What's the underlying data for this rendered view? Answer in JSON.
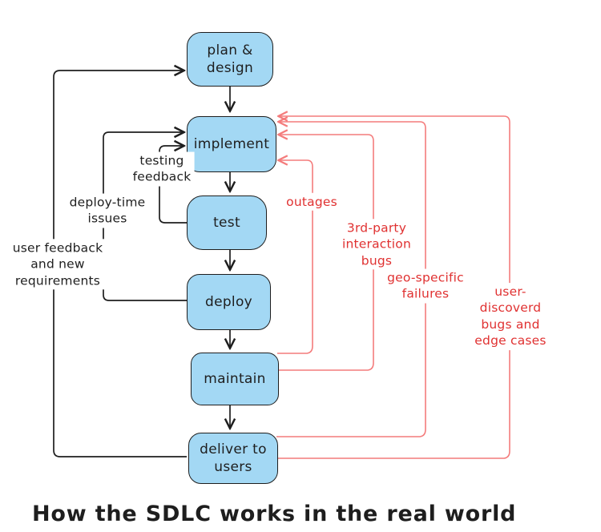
{
  "title": "How the SDLC works in the real world",
  "nodes": {
    "plan": {
      "label": "plan &\ndesign"
    },
    "implement": {
      "label": "implement"
    },
    "test": {
      "label": "test"
    },
    "deploy": {
      "label": "deploy"
    },
    "maintain": {
      "label": "maintain"
    },
    "deliver": {
      "label": "deliver to\nusers"
    }
  },
  "feedback": {
    "testing": {
      "label": "testing\nfeedback"
    },
    "deploy_time": {
      "label": "deploy-time\nissues"
    },
    "user_feedback": {
      "label": "user feedback\nand new\nrequirements"
    }
  },
  "issues": {
    "outages": {
      "label": "outages"
    },
    "third_party": {
      "label": "3rd-party\ninteraction\nbugs"
    },
    "geo": {
      "label": "geo-specific\nfailures"
    },
    "user_discovered": {
      "label": "user-discoverd\nbugs and edge cases"
    }
  },
  "colors": {
    "box_fill": "#a3d8f4",
    "line": "#1e1e1e",
    "red_text": "#e03131",
    "red_line": "#f47c7c"
  }
}
